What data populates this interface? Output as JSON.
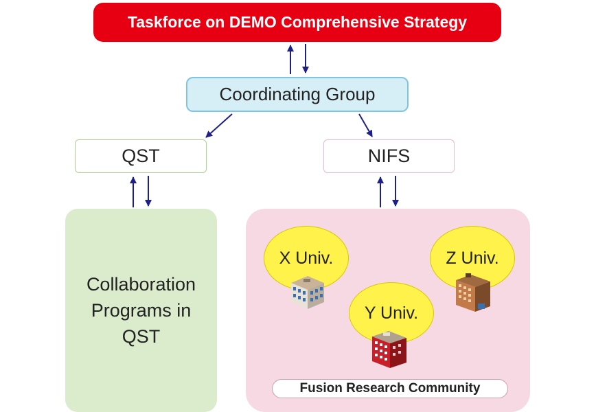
{
  "taskforce": {
    "title": "Taskforce on DEMO Comprehensive Strategy"
  },
  "coordinating_group": {
    "label": "Coordinating Group"
  },
  "qst": {
    "label": "QST"
  },
  "nifs": {
    "label": "NIFS"
  },
  "collaboration": {
    "lines": [
      "Collaboration",
      "Programs in",
      "QST"
    ]
  },
  "community": {
    "label": "Fusion Research Community",
    "universities": [
      {
        "label": "X Univ."
      },
      {
        "label": "Y Univ."
      },
      {
        "label": "Z Univ."
      }
    ]
  },
  "colors": {
    "taskforce_bg": "#e60012",
    "coordinating_bg": "#d6eef6",
    "collaboration_bg": "#dbeccc",
    "community_bg": "#f7d9e3",
    "university_bubble": "#fff24a",
    "arrow": "#1d2088"
  },
  "icons": [
    "building-icon"
  ]
}
